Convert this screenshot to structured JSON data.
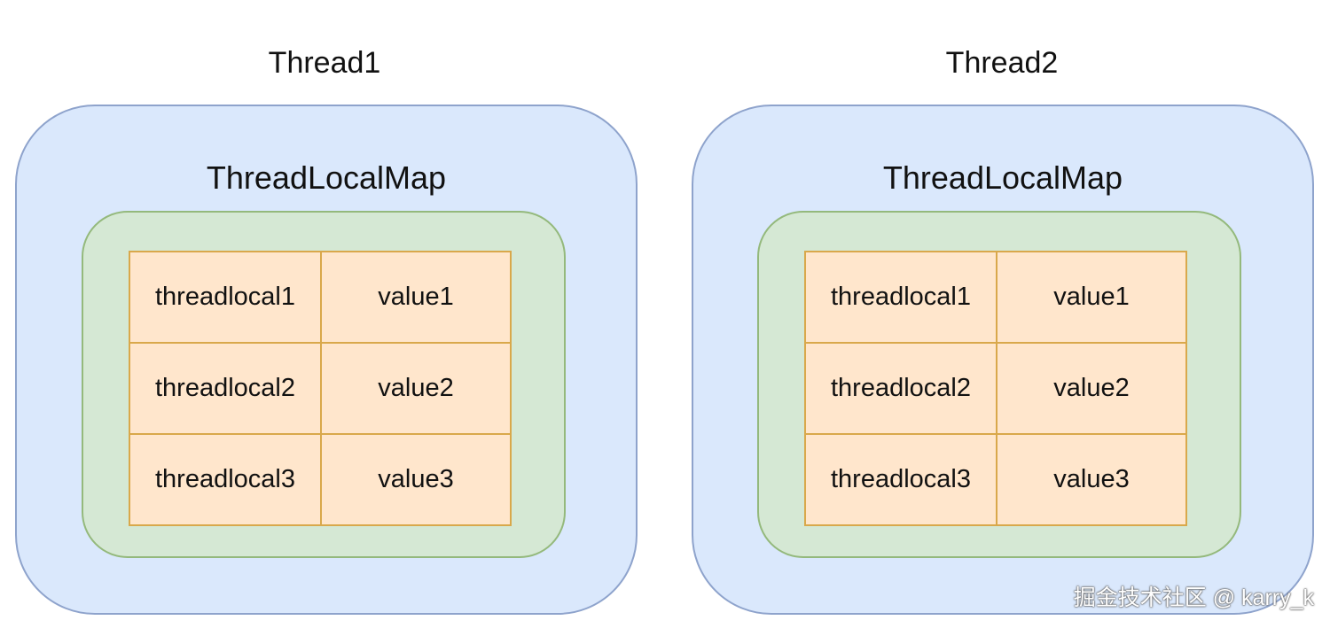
{
  "threads": [
    {
      "title": "Thread1",
      "map_title": "ThreadLocalMap",
      "rows": [
        {
          "key": "threadlocal1",
          "value": "value1"
        },
        {
          "key": "threadlocal2",
          "value": "value2"
        },
        {
          "key": "threadlocal3",
          "value": "value3"
        }
      ]
    },
    {
      "title": "Thread2",
      "map_title": "ThreadLocalMap",
      "rows": [
        {
          "key": "threadlocal1",
          "value": "value1"
        },
        {
          "key": "threadlocal2",
          "value": "value2"
        },
        {
          "key": "threadlocal3",
          "value": "value3"
        }
      ]
    }
  ],
  "watermark": "掘金技术社区 @ karry_k",
  "colors": {
    "thread_fill": "#dae8fc",
    "thread_border": "#8ea3cc",
    "map_fill": "#d5e8d4",
    "map_border": "#94b97c",
    "cell_fill": "#ffe6cc",
    "cell_border": "#d9a84b"
  }
}
